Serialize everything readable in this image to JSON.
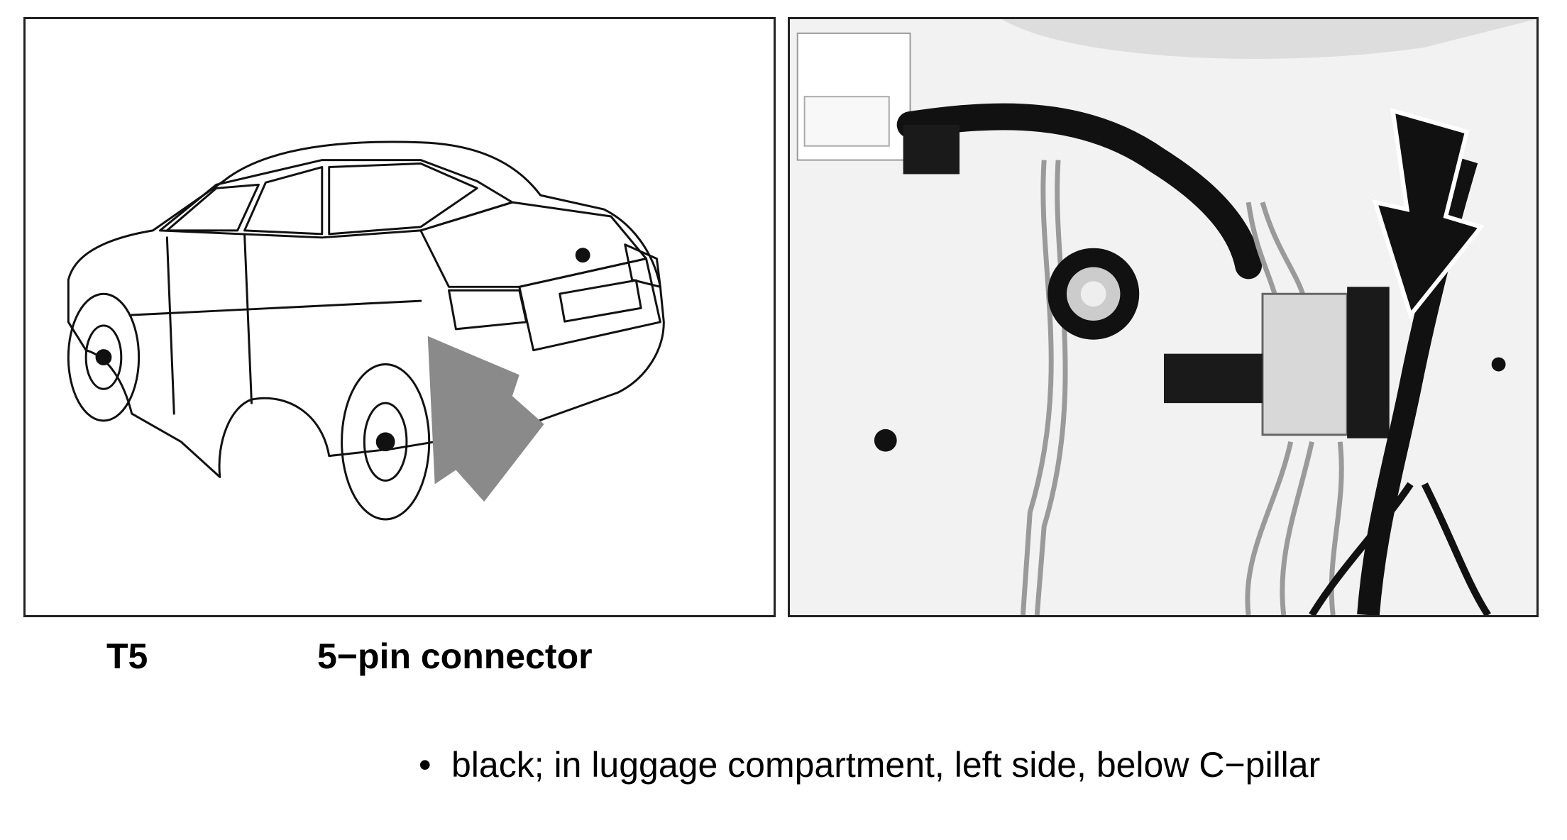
{
  "figure": {
    "left_image": "rear view line drawing of sedan with arrow",
    "right_image": "photo of wiring harness with arrow pointing to connector"
  },
  "connector": {
    "code": "T5",
    "name": "5−pin connector",
    "bullet": "•",
    "description": "black; in luggage compartment, left side, below C−pillar"
  },
  "colors": {
    "arrow_left": "#8a8a8a",
    "arrow_right": "#111111",
    "border": "#222222"
  }
}
